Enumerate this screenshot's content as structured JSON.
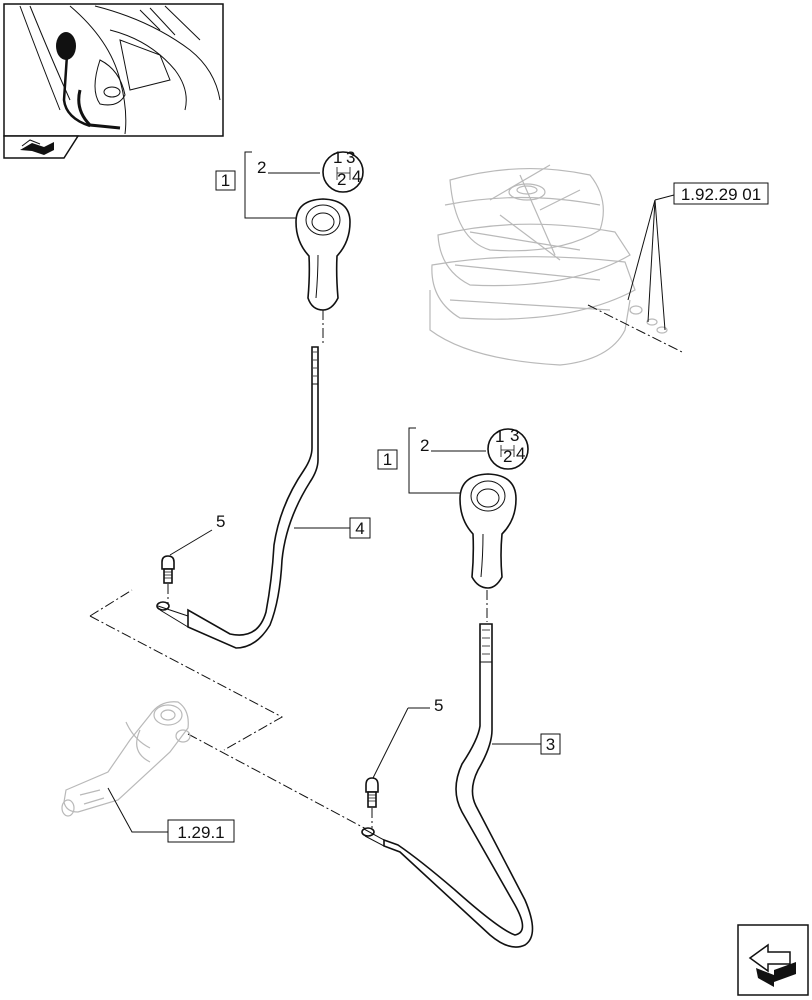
{
  "references": {
    "bellows_ref": "1.92.29 01",
    "lever_assembly_ref": "1.29.1"
  },
  "callouts": {
    "knob_a_item": "1",
    "pattern_a_item": "2",
    "knob_b_item": "1",
    "pattern_b_item": "2",
    "lever_a_item": "4",
    "lever_b_item": "3",
    "bolt_a_item": "5",
    "bolt_b_item": "5"
  },
  "shift_pattern": [
    "1",
    "3",
    "2",
    "4"
  ],
  "icons": {
    "thumbnail": "tractor-cab-locator-icon",
    "nav_back": "book-arrow-icon",
    "nav_next": "next-page-arrow-icon"
  }
}
